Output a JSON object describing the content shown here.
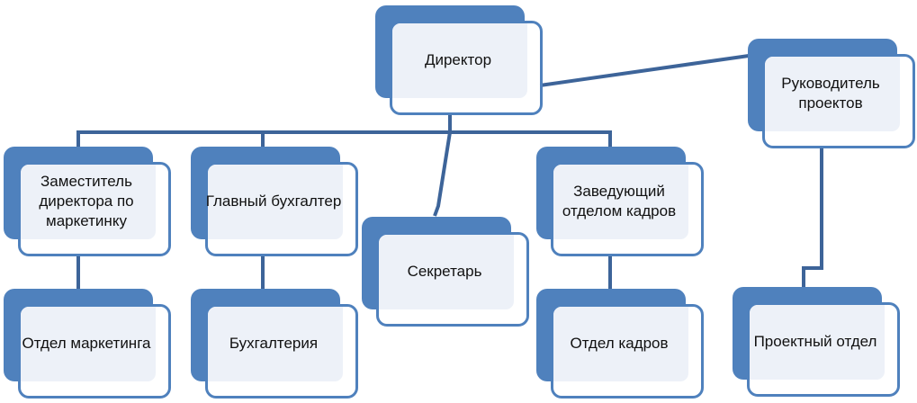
{
  "colors": {
    "box": "#4f81bd",
    "fill": "#edf1f8",
    "line": "#3d6499"
  },
  "nodes": {
    "director": "Директор",
    "project_manager": "Руководитель проектов",
    "deputy_marketing": "Заместитель директора по маркетинку",
    "chief_accountant": "Главный бухгалтер",
    "secretary": "Секретарь",
    "hr_head": "Заведующий отделом кадров",
    "marketing_dept": "Отдел маркетинга",
    "accounting": "Бухгалтерия",
    "hr_dept": "Отдел кадров",
    "project_dept": "Проектный отдел"
  }
}
